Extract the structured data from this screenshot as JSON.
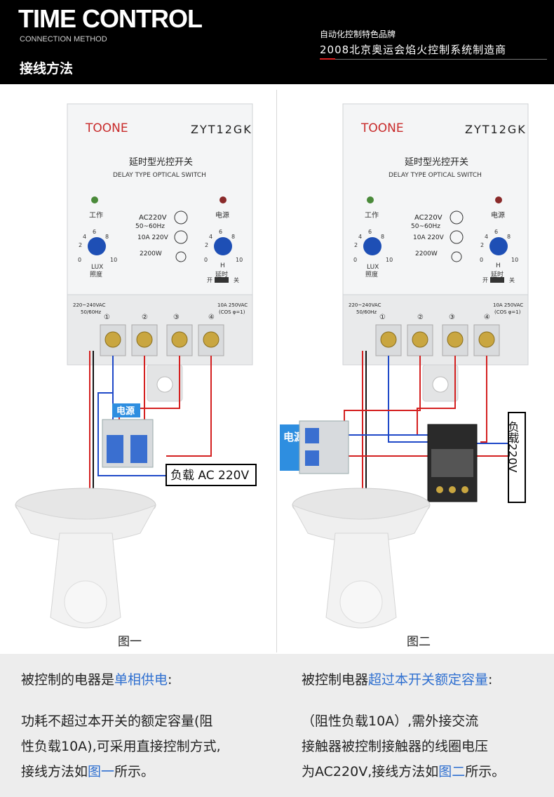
{
  "header": {
    "brand": "TIME CONTROL",
    "brand_sub": "CONNECTION METHOD",
    "title": "接线方法",
    "tagline1": "自动化控制特色品牌",
    "tagline2": "2008北京奥运会焰火控制系统制造商"
  },
  "device": {
    "logo": "TOONE",
    "model": "ZYT12GK",
    "name_cn": "延时型光控开关",
    "name_en": "DELAY TYPE OPTICAL SWITCH",
    "work_label": "工作",
    "power_label": "电源",
    "spec1": "AC220V",
    "spec2": "50~60Hz",
    "spec3": "10A  220V",
    "spec4": "2200W",
    "lux_label": "LUX",
    "lux_cn": "照度",
    "delay_h": "H",
    "delay_cn": "延时",
    "switch_on": "开",
    "switch_off": "关",
    "terminal_left": "220~240VAC",
    "terminal_left2": "50/60Hz",
    "terminal_right": "10A  250VAC",
    "terminal_right2": "(COS φ=1)",
    "t1": "①",
    "t2": "②",
    "t3": "③",
    "t4": "④",
    "dial_ticks": [
      "0",
      "2",
      "4",
      "6",
      "8",
      "10"
    ]
  },
  "diagram1": {
    "power_tag": "电源",
    "load_label": "负载 AC 220V",
    "caption": "图一"
  },
  "diagram2": {
    "power_tag": "电源",
    "load_label": "负载220V",
    "caption": "图二"
  },
  "bottom": {
    "left_head_a": "被控制的电器是",
    "left_head_b": "单相供电",
    "left_head_c": ":",
    "left_line1": "功耗不超过本开关的额定容量(阻",
    "left_line2": "性负载10A),可采用直接控制方式,",
    "left_line3a": "接线方法如",
    "left_line3b": "图一",
    "left_line3c": "所示。",
    "right_head_a": "被控制电器",
    "right_head_b": "超过本开关额定容量",
    "right_head_c": ":",
    "right_line1": "（阻性负载10A）,需外接交流",
    "right_line2": "接触器被控制接触器的线圈电压",
    "right_line3a": "为AC220V,接线方法如",
    "right_line3b": "图二",
    "right_line3c": "所示。"
  },
  "colors": {
    "accent": "#2e6fd0",
    "wire_red": "#d42020",
    "wire_blue": "#1f49c8",
    "panel": "#f4f5f6"
  }
}
